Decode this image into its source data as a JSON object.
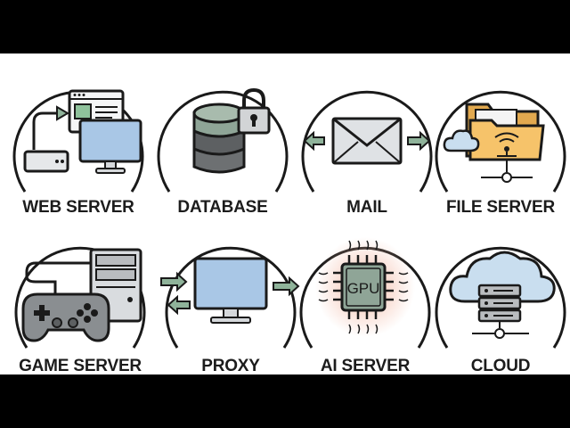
{
  "diagram": {
    "items": [
      {
        "id": "web-server",
        "label": "WEB SERVER"
      },
      {
        "id": "database",
        "label": "DATABASE"
      },
      {
        "id": "mail",
        "label": "MAIL"
      },
      {
        "id": "file-server",
        "label": "FILE SERVER"
      },
      {
        "id": "game-server",
        "label": "GAME SERVER"
      },
      {
        "id": "proxy",
        "label": "PROXY"
      },
      {
        "id": "ai-server",
        "label": "AI SERVER",
        "chip_text": "GPU"
      },
      {
        "id": "cloud",
        "label": "CLOUD"
      }
    ]
  },
  "colors": {
    "outline": "#1a1a1a",
    "screen_blue": "#a9c7e6",
    "screen_green": "#8fc29c",
    "db_green": "#8fa597",
    "arrow_green": "#8fb39a",
    "folder_orange": "#f6c36a",
    "cloud_blue": "#c9deef",
    "gpu_glow": "#f3b9a5",
    "device_gray": "#b9bcbf"
  }
}
